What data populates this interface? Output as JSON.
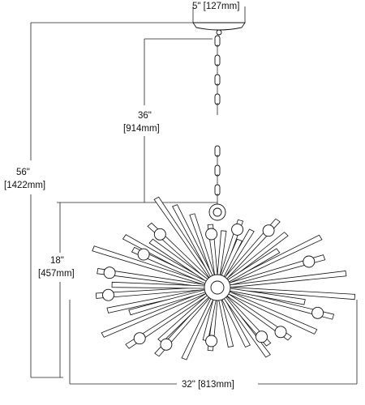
{
  "dimensions": {
    "canopy_width": "5\" [127mm]",
    "chain_length_in": "36\"",
    "chain_length_mm": "[914mm]",
    "overall_height_in": "56\"",
    "overall_height_mm": "[1422mm]",
    "fixture_height_in": "18\"",
    "fixture_height_mm": "[457mm]",
    "fixture_width": "32\" [813mm]"
  },
  "colors": {
    "line": "#111111",
    "background": "#ffffff"
  }
}
